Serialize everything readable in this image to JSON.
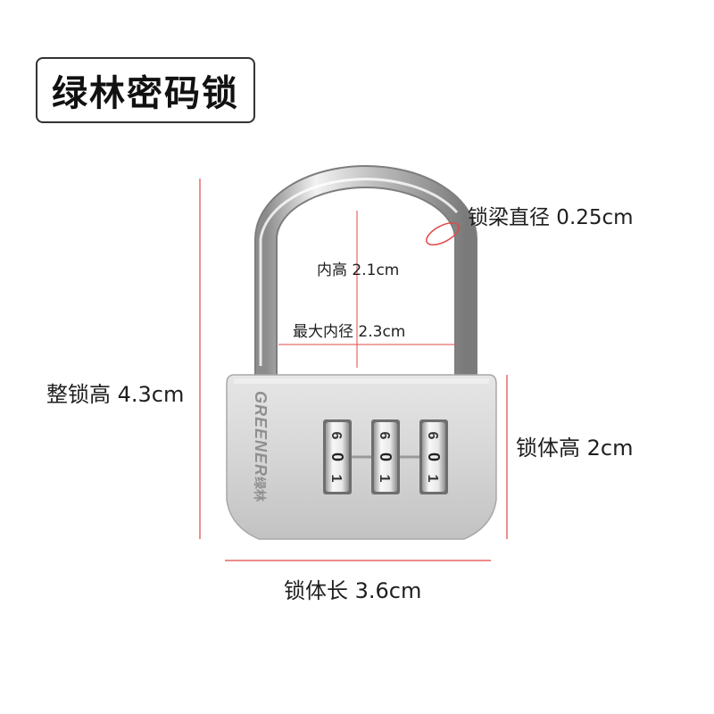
{
  "title": "绿林密码锁",
  "brand": {
    "name_en": "GREENER",
    "name_cn": "绿林"
  },
  "dimensions": {
    "total_height": "整锁高 4.3cm",
    "body_height": "锁体高 2cm",
    "body_length": "锁体长 3.6cm",
    "shackle_diameter": "锁梁直径 0.25cm",
    "inner_height": "内高 2.1cm",
    "max_inner_width": "最大内径 2.3cm"
  },
  "dials": [
    {
      "top": "6",
      "middle": "0",
      "bottom": "1"
    },
    {
      "top": "6",
      "middle": "0",
      "bottom": "1"
    },
    {
      "top": "6",
      "middle": "0",
      "bottom": "1"
    }
  ],
  "colors": {
    "dimension_line": "#e04848",
    "shackle_marker": "#e04848",
    "lock_body": "#d4d4d4",
    "shackle": "#c8c8c8"
  }
}
